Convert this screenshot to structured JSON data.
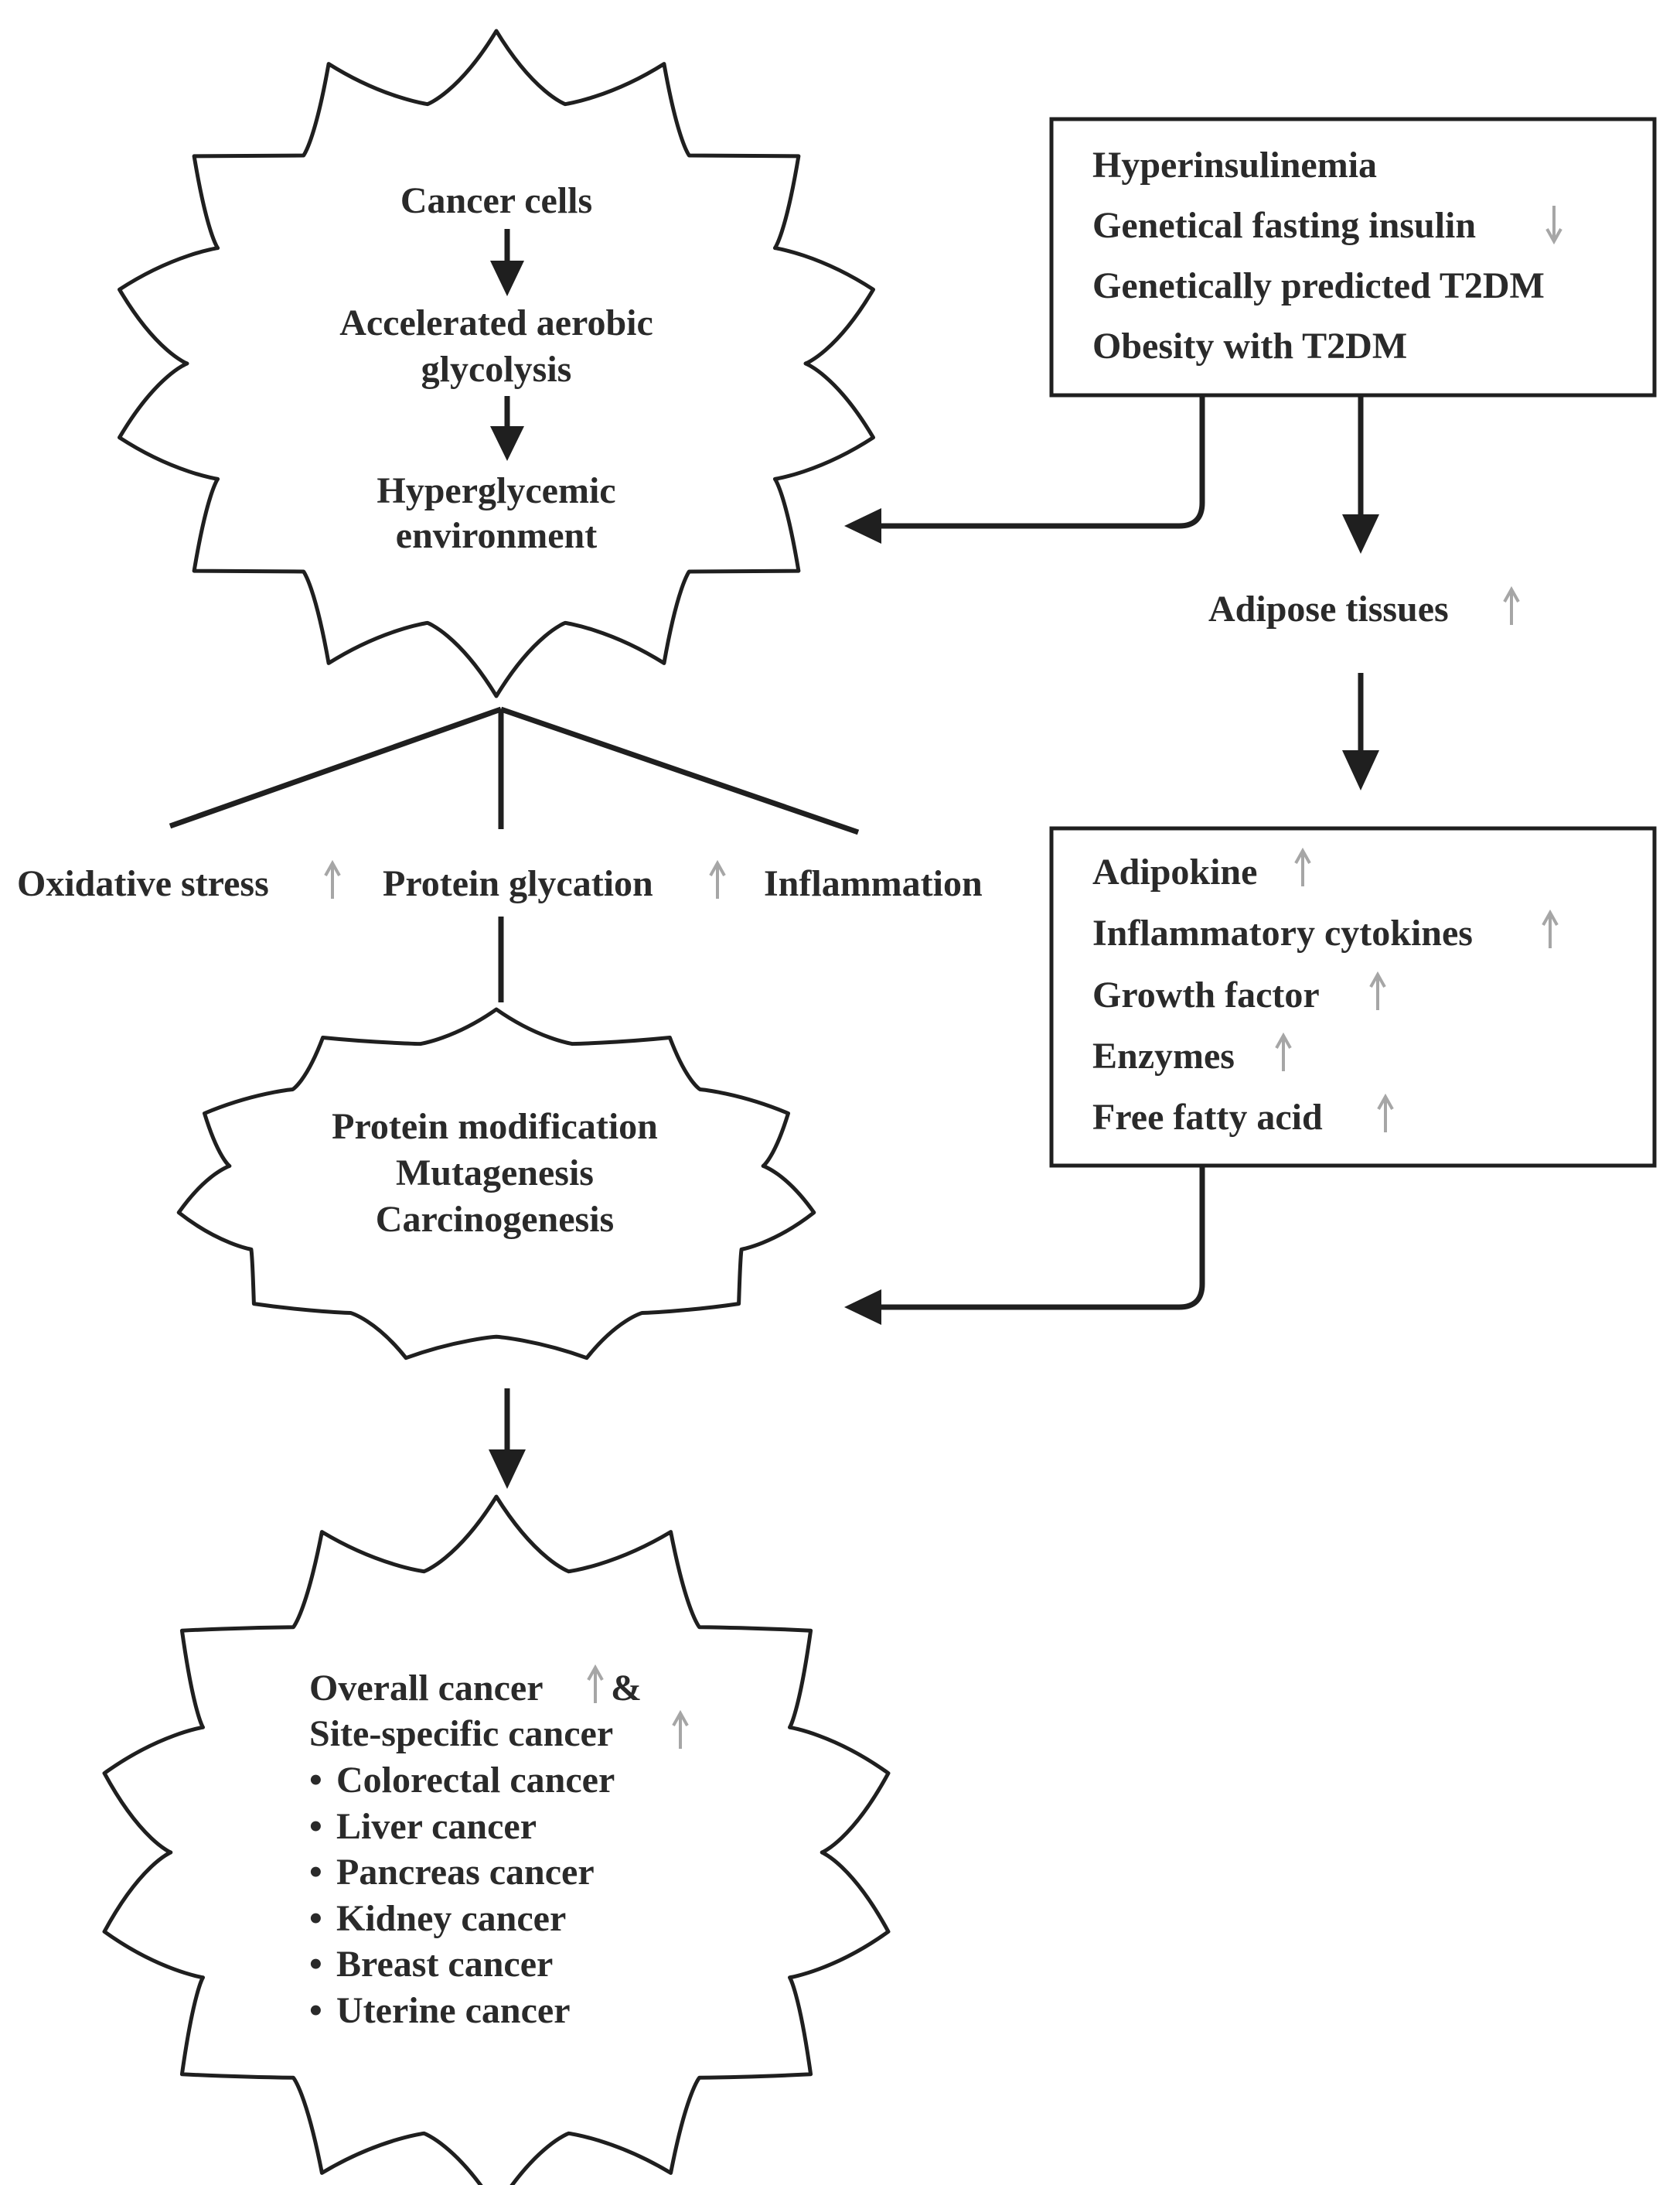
{
  "colors": {
    "text": "#2a2a2a",
    "stroke": "#1f1f1f",
    "indicator": "#a6a6a6"
  },
  "burst_top": {
    "cancer_cells": "Cancer cells",
    "aerobic_line1": "Accelerated aerobic",
    "aerobic_line2": "glycolysis",
    "hyper_line1": "Hyperglycemic",
    "hyper_line2": "environment"
  },
  "risk_box": {
    "items": [
      {
        "text": "Hyperinsulinemia",
        "indicator": ""
      },
      {
        "text": "Genetical fasting insulin",
        "indicator": "down-arrow-icon"
      },
      {
        "text": "Genetically predicted T2DM",
        "indicator": ""
      },
      {
        "text": "Obesity with T2DM",
        "indicator": ""
      }
    ]
  },
  "adipose": {
    "text": "Adipose tissues",
    "indicator": "up-arrow-icon"
  },
  "adipokine_box": {
    "items": [
      {
        "text": "Adipokine",
        "indicator": "up-arrow-icon"
      },
      {
        "text": "Inflammatory cytokines",
        "indicator": "up-arrow-icon"
      },
      {
        "text": "Growth factor",
        "indicator": "up-arrow-icon"
      },
      {
        "text": "Enzymes",
        "indicator": "up-arrow-icon"
      },
      {
        "text": "Free fatty acid",
        "indicator": "up-arrow-icon"
      }
    ]
  },
  "mechanisms": {
    "oxidative": "Oxidative stress",
    "glycation": "Protein glycation",
    "inflammation": "Inflammation"
  },
  "burst_middle": {
    "line1": "Protein modification",
    "line2": "Mutagenesis",
    "line3": "Carcinogenesis"
  },
  "burst_bottom": {
    "overall": "Overall cancer",
    "amp": "&",
    "site": "Site-specific cancer",
    "bullet": "•",
    "cancers": [
      "Colorectal cancer",
      "Liver cancer",
      "Pancreas cancer",
      "Kidney cancer",
      "Breast cancer",
      "Uterine cancer"
    ]
  }
}
